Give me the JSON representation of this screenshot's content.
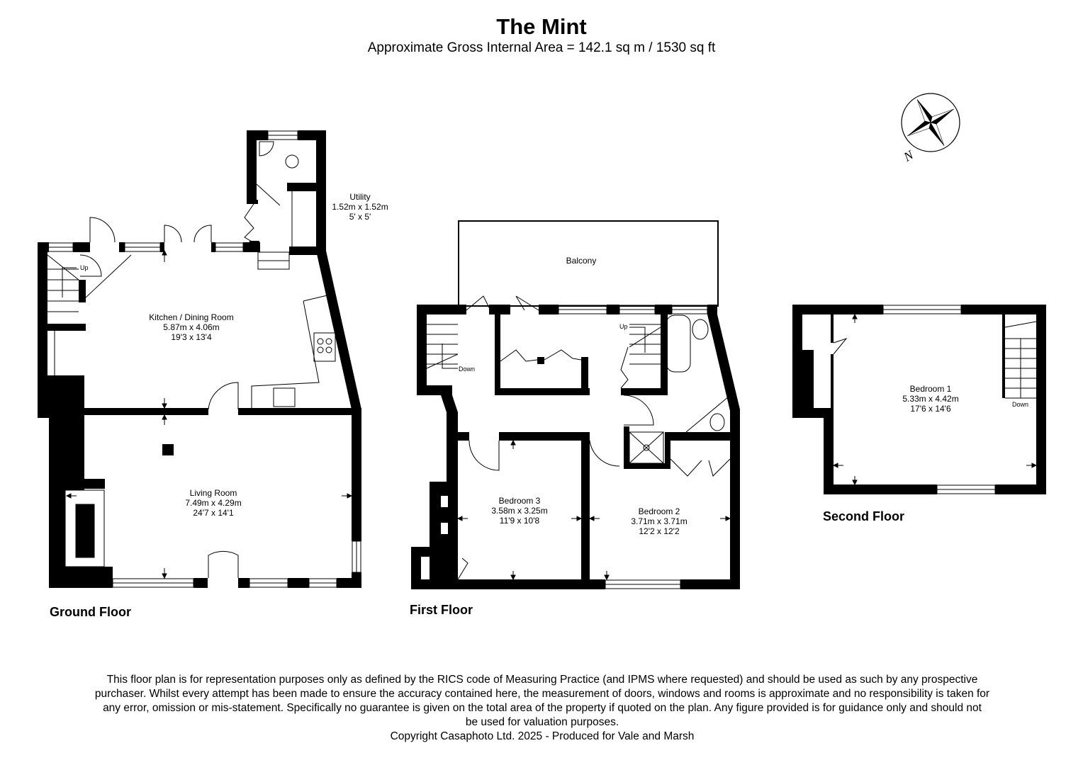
{
  "header": {
    "title": "The Mint",
    "subtitle": "Approximate Gross Internal Area = 142.1 sq m / 1530 sq ft"
  },
  "compass": {
    "label": "N",
    "icon": "compass-rose-icon"
  },
  "floors": {
    "ground": {
      "label": "Ground Floor",
      "rooms": {
        "kitchen": {
          "name": "Kitchen / Dining Room",
          "metric": "5.87m x 4.06m",
          "imperial": "19'3 x 13'4"
        },
        "living": {
          "name": "Living Room",
          "metric": "7.49m x 4.29m",
          "imperial": "24'7 x 14'1"
        },
        "utility": {
          "name": "Utility",
          "metric": "1.52m x 1.52m",
          "imperial": "5' x 5'"
        }
      },
      "stairs_label": "Up"
    },
    "first": {
      "label": "First Floor",
      "rooms": {
        "balcony": {
          "name": "Balcony"
        },
        "bedroom3": {
          "name": "Bedroom 3",
          "metric": "3.58m x 3.25m",
          "imperial": "11'9 x 10'8"
        },
        "bedroom2": {
          "name": "Bedroom 2",
          "metric": "3.71m x 3.71m",
          "imperial": "12'2 x 12'2"
        }
      },
      "stairs_down_label": "Down",
      "stairs_up_label": "Up"
    },
    "second": {
      "label": "Second Floor",
      "rooms": {
        "bedroom1": {
          "name": "Bedroom 1",
          "metric": "5.33m x 4.42m",
          "imperial": "17'6 x 14'6"
        }
      },
      "stairs_label": "Down"
    }
  },
  "disclaimer": {
    "lines": [
      "This floor plan is for representation purposes only as defined by the RICS code of Measuring Practice (and IPMS where requested) and should be used as such by any prospective",
      "purchaser. Whilst every attempt has been made to ensure the accuracy contained here, the measurement of doors, windows and rooms is approximate and no responsibility is taken for",
      "any error, omission or mis-statement. Specifically no guarantee is given on the total area of the property if quoted on the plan. Any figure provided is for guidance only and should not",
      "be used for valuation purposes."
    ],
    "copyright": "Copyright Casaphoto Ltd. 2025 - Produced for Vale and Marsh"
  }
}
